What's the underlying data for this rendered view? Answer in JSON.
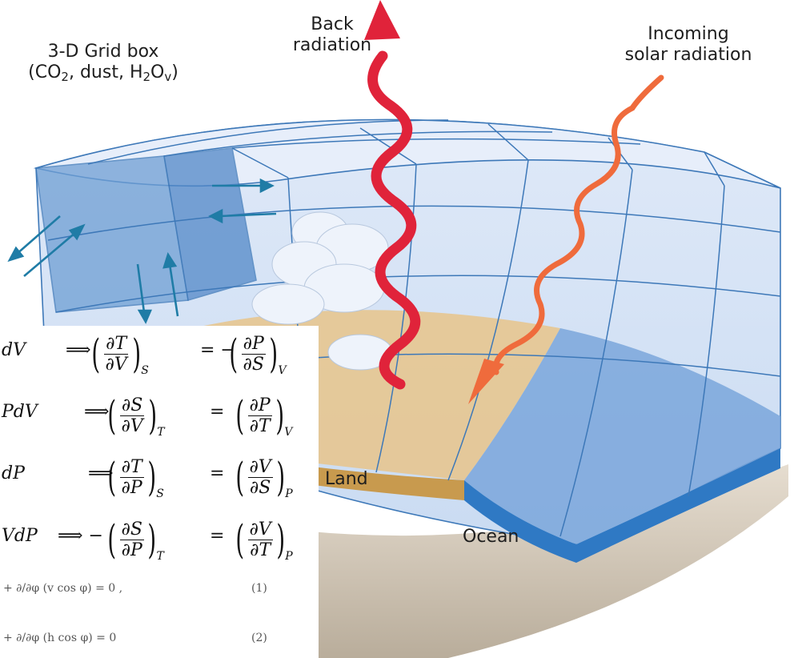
{
  "labels": {
    "grid_box_line1": "3-D Grid box",
    "grid_box_line2_parts": [
      "(CO",
      "2",
      ", dust, H",
      "2",
      "O",
      "v",
      ")"
    ],
    "back_radiation": [
      "Back",
      "radiation"
    ],
    "incoming_solar": [
      "Incoming",
      "solar radiation"
    ],
    "land": "Land",
    "ocean": "Ocean"
  },
  "equations": [
    {
      "lhs": "dV",
      "arrow": "⟹",
      "left_sign": "",
      "left_num": "∂T",
      "left_den": "∂V",
      "left_sub": "S",
      "right_sign": "= −",
      "right_num": "∂P",
      "right_den": "∂S",
      "right_sub": "V"
    },
    {
      "lhs": "PdV",
      "arrow": "⟹",
      "left_sign": "",
      "left_num": "∂S",
      "left_den": "∂V",
      "left_sub": "T",
      "right_sign": "=",
      "right_num": "∂P",
      "right_den": "∂T",
      "right_sub": "V"
    },
    {
      "lhs": "dP",
      "arrow": "⟹",
      "left_sign": "",
      "left_num": "∂T",
      "left_den": "∂P",
      "left_sub": "S",
      "right_sign": "=",
      "right_num": "∂V",
      "right_den": "∂S",
      "right_sub": "P"
    },
    {
      "lhs": "VdP",
      "arrow": "⟹ −",
      "left_sign": "",
      "left_num": "∂S",
      "left_den": "∂P",
      "left_sub": "T",
      "right_sign": "=",
      "right_num": "∂V",
      "right_den": "∂T",
      "right_sub": "P"
    }
  ],
  "small_equations": [
    {
      "text": "+ ∂/∂φ (v cos φ) = 0 ,",
      "tag": "(1)"
    },
    {
      "text": "+ ∂/∂φ (h cos φ) = 0",
      "tag": "(2)"
    }
  ],
  "colors": {
    "grid_fill": "#d9e6f7",
    "grid_line": "#3d78b8",
    "grid_dark": "#6f9fd4",
    "land": "#e8c48a",
    "land_edge": "#c89a4e",
    "ocean": "#7aa6db",
    "ocean_edge": "#2f79c4",
    "earth": "#d8d0c4",
    "back_radiation": "#e0233a",
    "solar_radiation": "#ef6b3c",
    "flow_arrows": "#1f7ca6"
  },
  "icons": [
    "back-radiation-arrow-icon",
    "solar-radiation-arrow-icon",
    "cloud-icon",
    "flux-arrow-icon"
  ]
}
